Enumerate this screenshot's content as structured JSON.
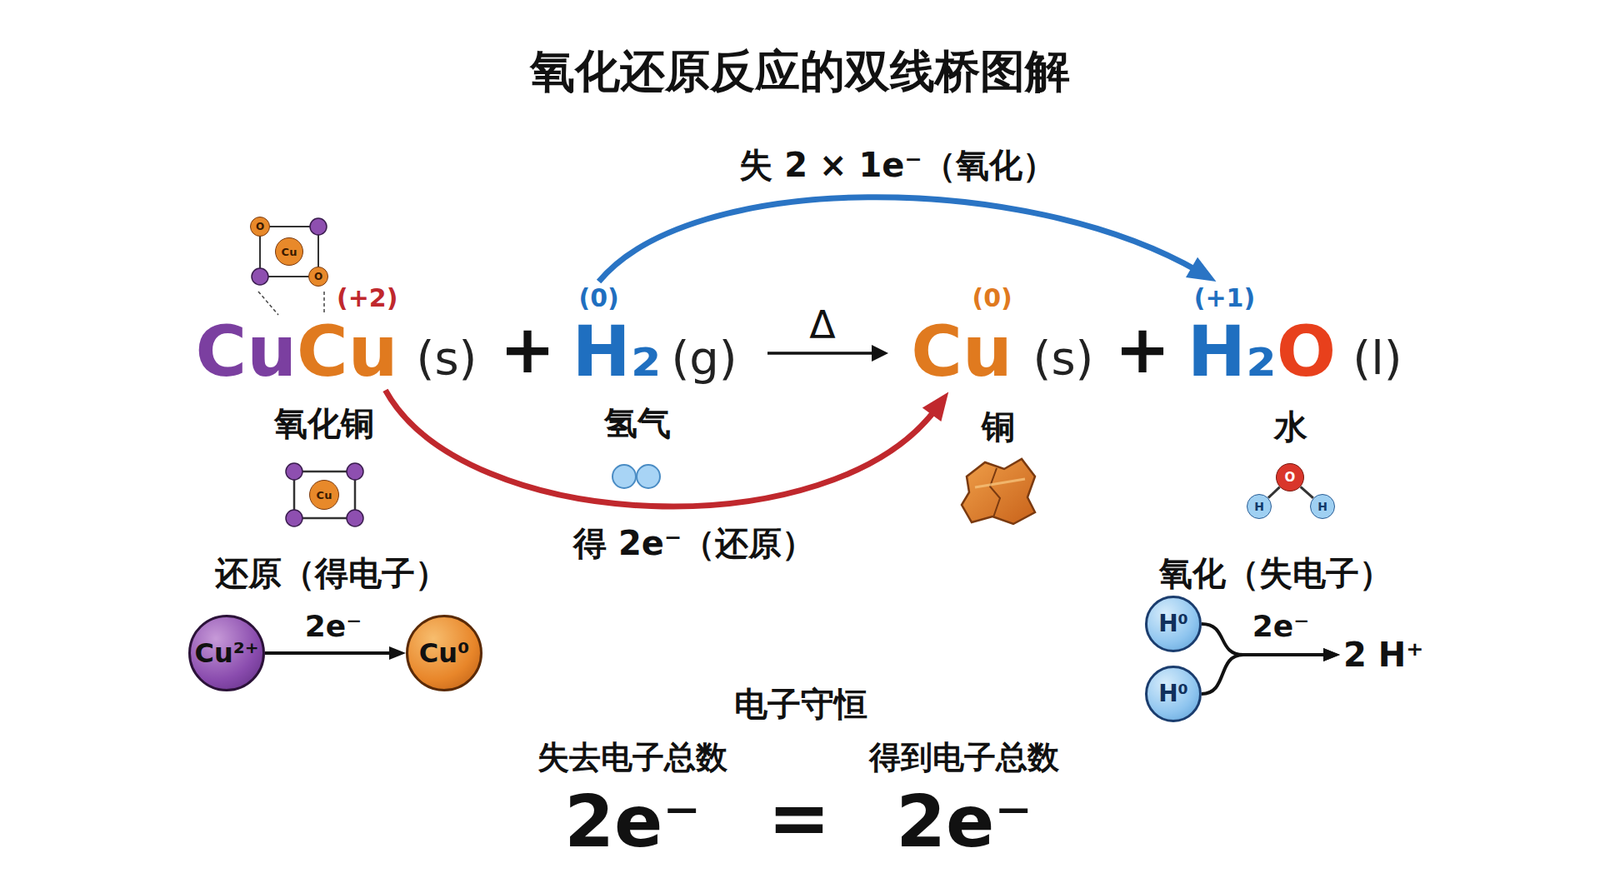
{
  "diagram": {
    "title": "氧化还原反应的双线桥图解",
    "nodes": [
      {
        "text": [
          "Cu",
          "Cu",
          "(+2)"
        ]
      },
      {
        "text": [
          "H₂",
          "(0)"
        ]
      },
      {
        "text": [
          "Cu",
          "(0)"
        ]
      },
      {
        "text": [
          "H₂",
          "O",
          "(+1)"
        ]
      },
      {
        "text": [
          "O"
        ]
      },
      {
        "text": [
          "Cu"
        ]
      },
      {
        "text": [
          "O"
        ]
      },
      {
        "text": [
          "Cu"
        ]
      },
      {
        "text": [
          "O"
        ]
      },
      {
        "text": [
          "H"
        ]
      },
      {
        "text": [
          "H"
        ]
      },
      {
        "text": [
          "Cu²⁺"
        ]
      },
      {
        "text": [
          "Cu⁰"
        ]
      },
      {
        "text": [
          "H⁰"
        ]
      },
      {
        "text": [
          "H⁰"
        ]
      },
      {
        "text": [
          "2 H⁺"
        ]
      }
    ],
    "edges": [
      {
        "from": 0,
        "to": 2,
        "arrow": "to",
        "label": "得 2e⁻（还原）"
      },
      {
        "from": 1,
        "to": 3,
        "arrow": "to",
        "label": "失 2 × 1e⁻（氧化）"
      },
      {
        "from": 11,
        "to": 12,
        "arrow": "to",
        "label": "2e⁻"
      },
      {
        "from": 13,
        "to": 15,
        "arrow": "to",
        "label": "2e⁻"
      },
      {
        "from": 14,
        "to": 15,
        "arrow": "to"
      },
      {
        "from": 8,
        "to": 9,
        "arrow": "none"
      },
      {
        "from": 8,
        "to": 10,
        "arrow": "none"
      }
    ],
    "labels": [
      "(s)",
      "+",
      "(g)",
      "Δ",
      "(s)",
      "+",
      "(l)",
      "氧化铜",
      "氢气",
      "铜",
      "水",
      "还原（得电子）",
      "氧化（失电子）",
      "电子守恒",
      "失去电子总数",
      "2e⁻",
      "=",
      "得到电子总数",
      "2e⁻"
    ]
  }
}
